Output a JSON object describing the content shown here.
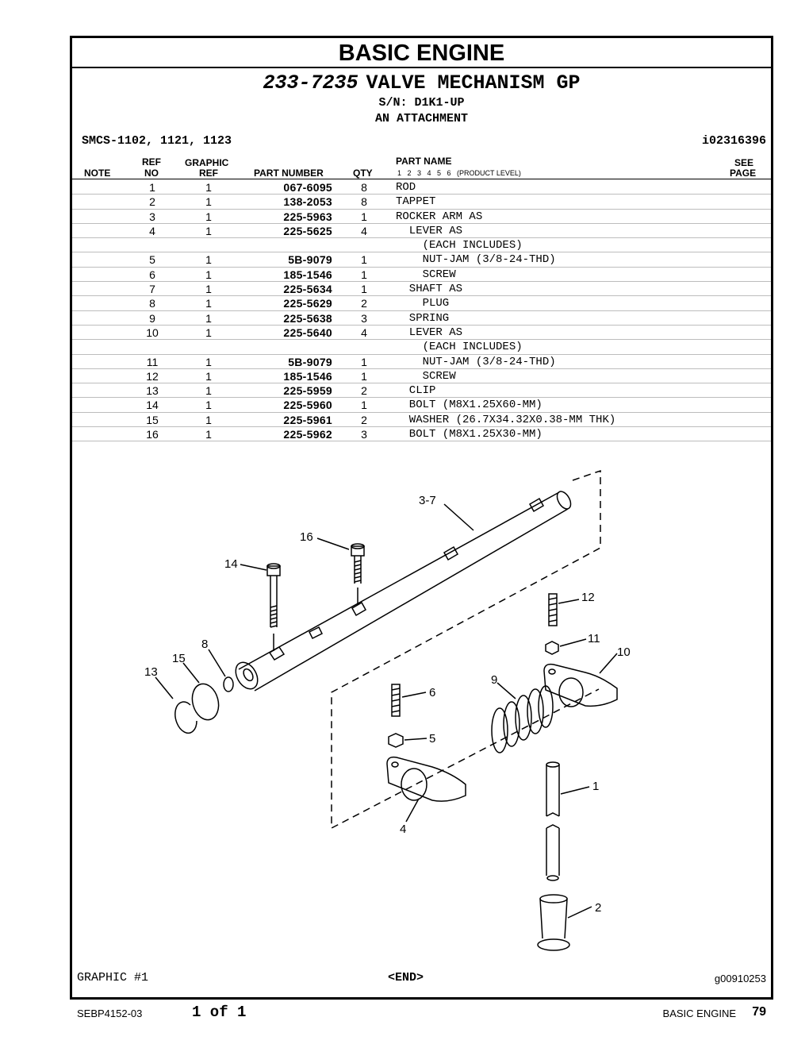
{
  "header": {
    "section_title": "BASIC ENGINE",
    "group_number": "233-7235",
    "group_name": "VALVE MECHANISM GP",
    "serial": "S/N: D1K1-UP",
    "attachment": "AN ATTACHMENT",
    "smcs": "SMCS-1102, 1121, 1123",
    "doc_id": "i02316396"
  },
  "columns": {
    "note": "NOTE",
    "ref_top": "REF",
    "ref_bottom": "NO",
    "graphic_top": "GRAPHIC",
    "graphic_bottom": "REF",
    "part_number": "PART NUMBER",
    "qty": "QTY",
    "part_name": "PART NAME",
    "product_levels": "1   2   3   4   5   6   (PRODUCT LEVEL)",
    "see_top": "SEE",
    "see_bottom": "PAGE"
  },
  "parts": [
    {
      "ref": "1",
      "gref": "1",
      "pn": "067-6095",
      "qty": "8",
      "name": "ROD"
    },
    {
      "ref": "2",
      "gref": "1",
      "pn": "138-2053",
      "qty": "8",
      "name": "TAPPET"
    },
    {
      "ref": "3",
      "gref": "1",
      "pn": "225-5963",
      "qty": "1",
      "name": "ROCKER ARM AS"
    },
    {
      "ref": "4",
      "gref": "1",
      "pn": "225-5625",
      "qty": "4",
      "name": "  LEVER AS"
    },
    {
      "ref": "",
      "gref": "",
      "pn": "",
      "qty": "",
      "name": "    (EACH INCLUDES)"
    },
    {
      "ref": "5",
      "gref": "1",
      "pn": "5B-9079",
      "qty": "1",
      "name": "    NUT-JAM (3/8-24-THD)"
    },
    {
      "ref": "6",
      "gref": "1",
      "pn": "185-1546",
      "qty": "1",
      "name": "    SCREW"
    },
    {
      "ref": "7",
      "gref": "1",
      "pn": "225-5634",
      "qty": "1",
      "name": "  SHAFT AS"
    },
    {
      "ref": "8",
      "gref": "1",
      "pn": "225-5629",
      "qty": "2",
      "name": "    PLUG"
    },
    {
      "ref": "9",
      "gref": "1",
      "pn": "225-5638",
      "qty": "3",
      "name": "  SPRING"
    },
    {
      "ref": "10",
      "gref": "1",
      "pn": "225-5640",
      "qty": "4",
      "name": "  LEVER AS"
    },
    {
      "ref": "",
      "gref": "",
      "pn": "",
      "qty": "",
      "name": "    (EACH INCLUDES)"
    },
    {
      "ref": "11",
      "gref": "1",
      "pn": "5B-9079",
      "qty": "1",
      "name": "    NUT-JAM (3/8-24-THD)"
    },
    {
      "ref": "12",
      "gref": "1",
      "pn": "185-1546",
      "qty": "1",
      "name": "    SCREW"
    },
    {
      "ref": "13",
      "gref": "1",
      "pn": "225-5959",
      "qty": "2",
      "name": "  CLIP"
    },
    {
      "ref": "14",
      "gref": "1",
      "pn": "225-5960",
      "qty": "1",
      "name": "  BOLT (M8X1.25X60-MM)"
    },
    {
      "ref": "15",
      "gref": "1",
      "pn": "225-5961",
      "qty": "2",
      "name": "  WASHER (26.7X34.32X0.38-MM THK)"
    },
    {
      "ref": "16",
      "gref": "1",
      "pn": "225-5962",
      "qty": "3",
      "name": "  BOLT (M8X1.25X30-MM)"
    }
  ],
  "callouts": {
    "c37": "3-7",
    "c16": "16",
    "c14": "14",
    "c8": "8",
    "c15": "15",
    "c13": "13",
    "c12": "12",
    "c11": "11",
    "c10": "10",
    "c9": "9",
    "c6": "6",
    "c5": "5",
    "c4": "4",
    "c1": "1",
    "c2": "2"
  },
  "footer": {
    "graphic": "GRAPHIC #1",
    "end": "<END>",
    "graphic_id": "g00910253",
    "doc_number": "SEBP4152-03",
    "page_of": "1 of 1",
    "section": "BASIC ENGINE",
    "page_number": "79"
  }
}
